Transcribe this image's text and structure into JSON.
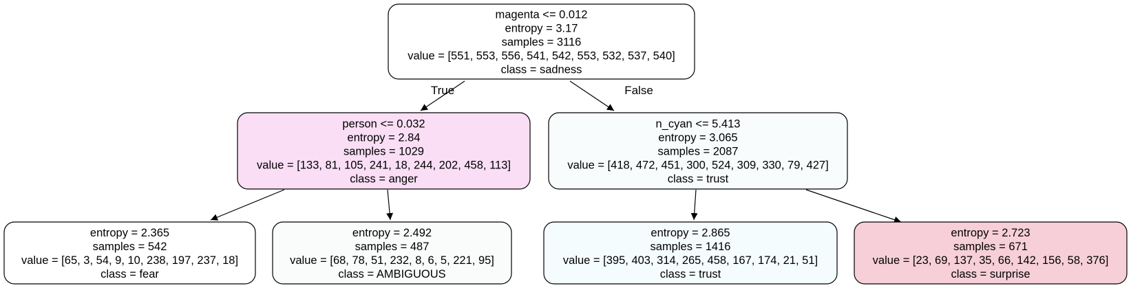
{
  "tree": {
    "root": {
      "lines": [
        "magenta <= 0.012",
        "entropy = 3.17",
        "samples = 3116",
        "value = [551, 553, 556, 541, 542, 553, 532, 537, 540]",
        "class = sadness"
      ],
      "fill": "#ffffff"
    },
    "left_split": {
      "lines": [
        "person <= 0.032",
        "entropy = 2.84",
        "samples = 1029",
        "value = [133, 81, 105, 241, 18, 244, 202, 458, 113]",
        "class = anger"
      ],
      "fill": "#f9def5"
    },
    "right_split": {
      "lines": [
        "n_cyan <= 5.413",
        "entropy = 3.065",
        "samples = 2087",
        "value = [418, 472, 451, 300, 524, 309, 330, 79, 427]",
        "class = trust"
      ],
      "fill": "#f8fcfd"
    },
    "leaf_1": {
      "lines": [
        "entropy = 2.365",
        "samples = 542",
        "value = [65, 3, 54, 9, 10, 238, 197, 237, 18]",
        "class = fear"
      ],
      "fill": "#ffffff"
    },
    "leaf_2": {
      "lines": [
        "entropy = 2.492",
        "samples = 487",
        "value = [68, 78, 51, 232, 8, 6, 5, 221, 95]",
        "class = AMBIGUOUS"
      ],
      "fill": "#f9fcfb"
    },
    "leaf_3": {
      "lines": [
        "entropy = 2.865",
        "samples = 1416",
        "value = [395, 403, 314, 265, 458, 167, 174, 21, 51]",
        "class = trust"
      ],
      "fill": "#f5fcfd"
    },
    "leaf_4": {
      "lines": [
        "entropy = 2.723",
        "samples = 671",
        "value = [23, 69, 137, 35, 66, 142, 156, 58, 376]",
        "class = surprise"
      ],
      "fill": "#f7cfd8"
    },
    "edge_labels": {
      "true_label": "True",
      "false_label": "False"
    }
  }
}
